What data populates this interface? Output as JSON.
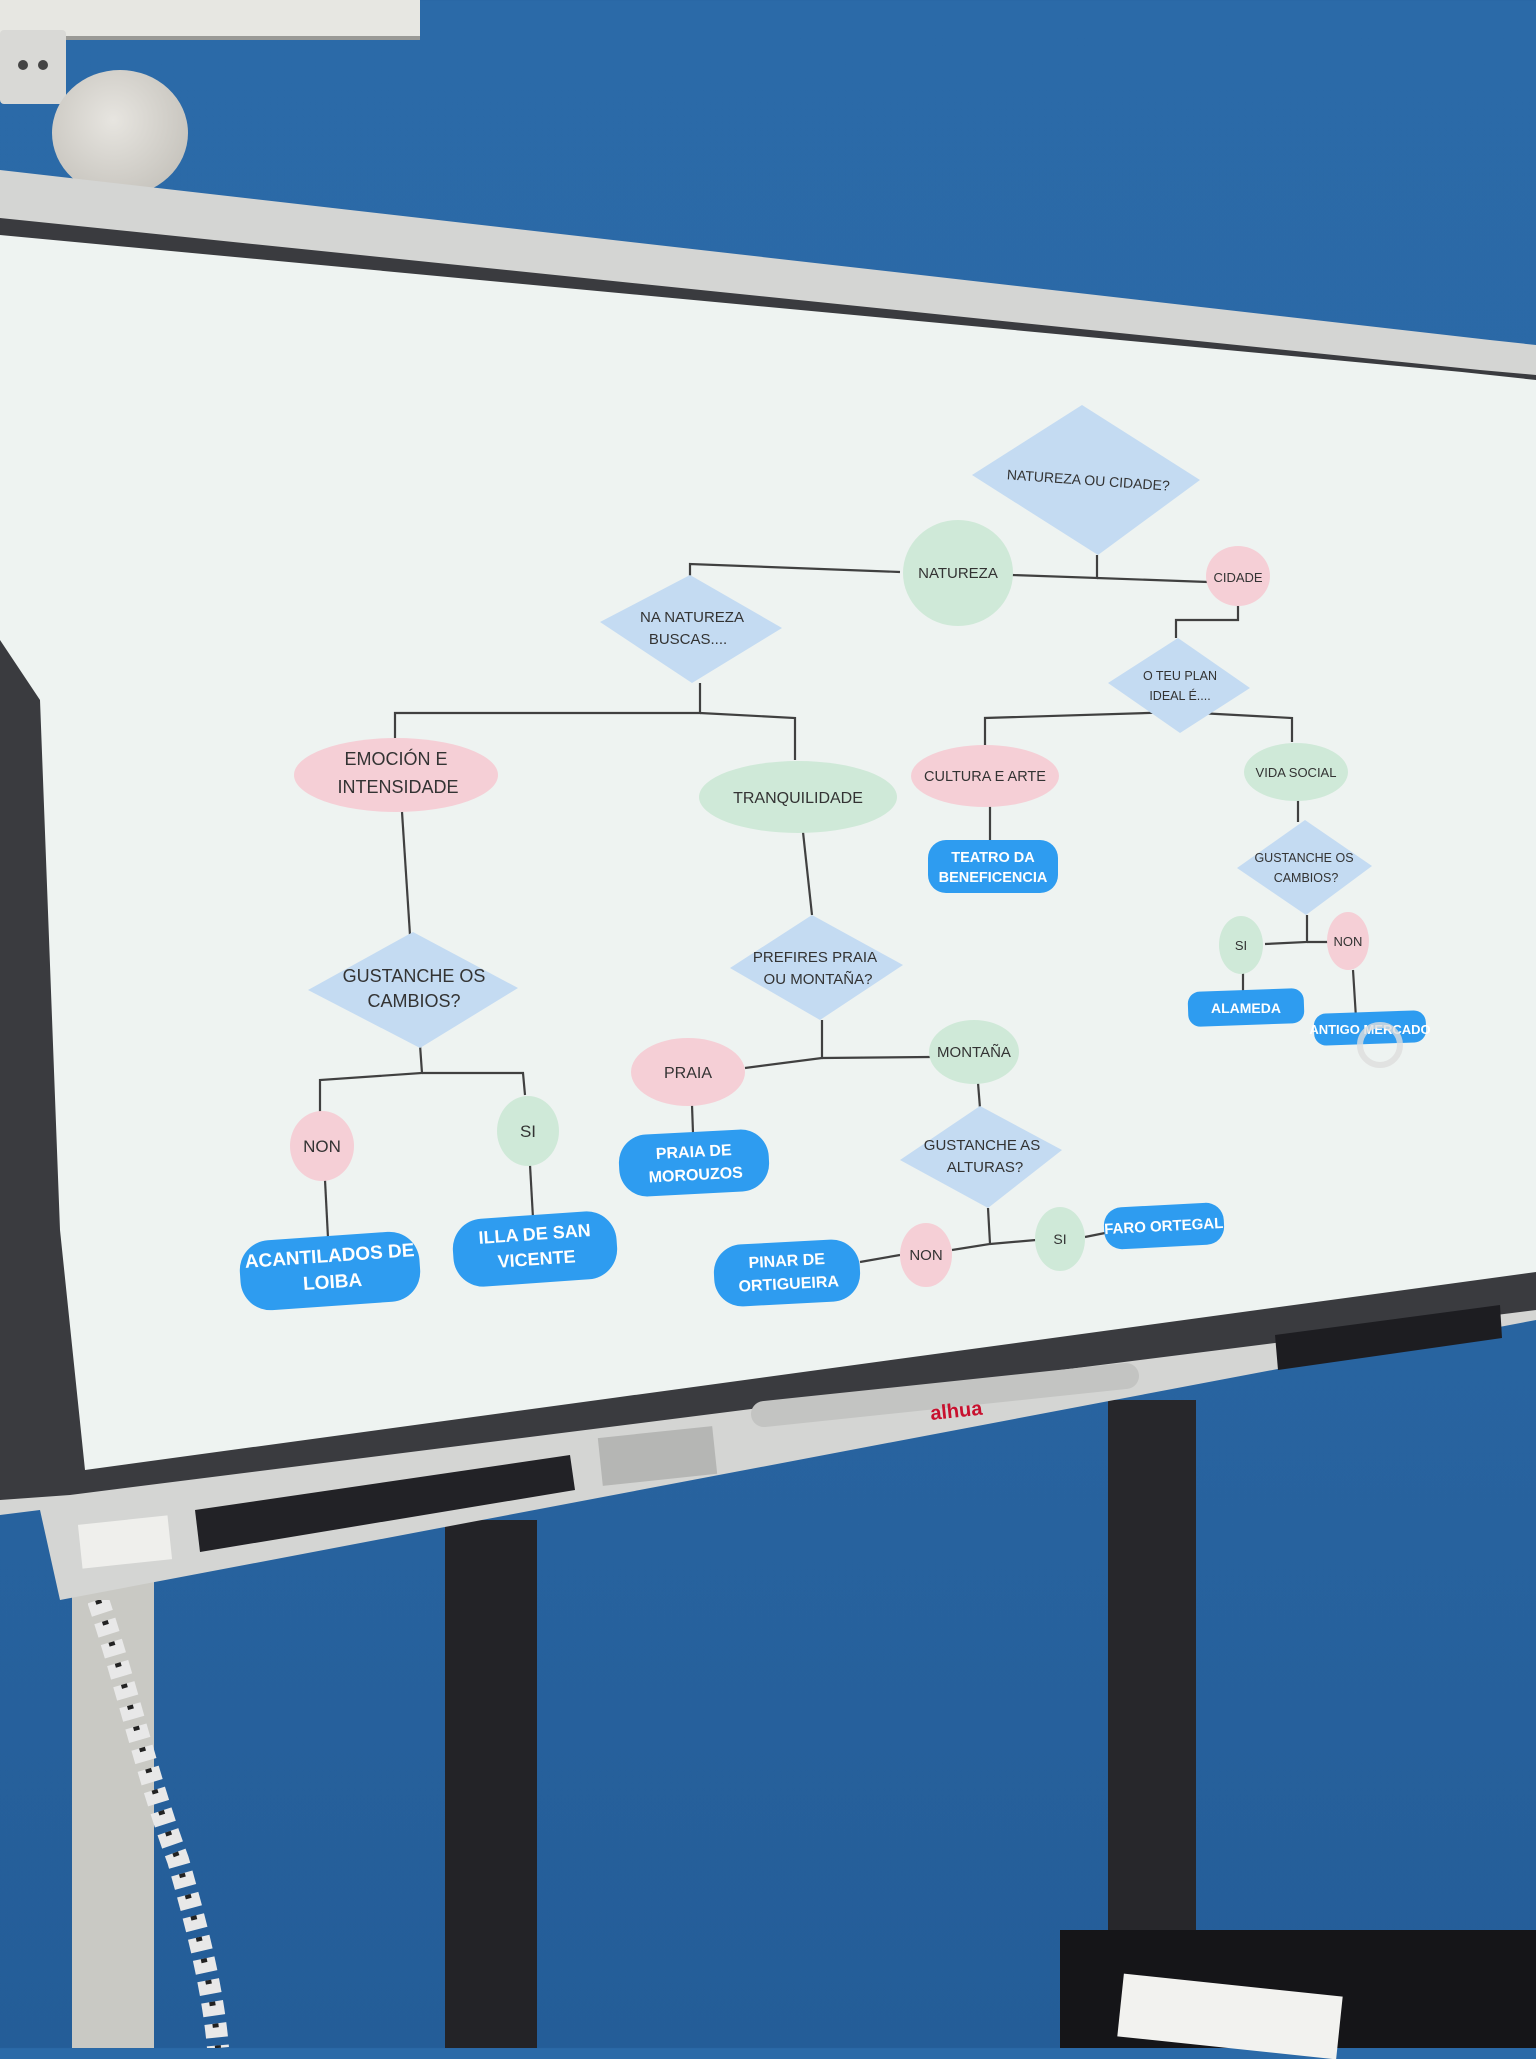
{
  "diagram": {
    "nodes": {
      "q_root": "NATUREZA OU CIDADE?",
      "natureza": "NATUREZA",
      "cidade": "CIDADE",
      "q_natureza": [
        "NA NATUREZA",
        "BUSCAS...."
      ],
      "q_plan": [
        "O TEU PLAN",
        "IDEAL É...."
      ],
      "emocion": [
        "EMOCIÓN E",
        "INTENSIDADE"
      ],
      "tranquilidade": "TRANQUILIDADE",
      "cultura": "CULTURA E ARTE",
      "vida_social": "VIDA SOCIAL",
      "teatro": [
        "TEATRO DA",
        "BENEFICENCIA"
      ],
      "q_cambios_social": [
        "GUSTANCHE OS",
        "CAMBIOS?"
      ],
      "si_social": "SI",
      "non_social": "NON",
      "alameda": "ALAMEDA",
      "antigo_mercado": "ANTIGO MERCADO",
      "q_cambios_emocion": [
        "GUSTANCHE OS",
        "CAMBIOS?"
      ],
      "non_emocion": "NON",
      "si_emocion": "SI",
      "acantilados": [
        "ACANTILADOS DE",
        "LOIBA"
      ],
      "illa": [
        "ILLA DE SAN",
        "VICENTE"
      ],
      "q_praia_montana": [
        "PREFIRES PRAIA",
        "OU MONTAÑA?"
      ],
      "praia": "PRAIA",
      "montana": "MONTAÑA",
      "praia_morouzos": [
        "PRAIA DE",
        "MOROUZOS"
      ],
      "q_alturas": [
        "GUSTANCHE AS",
        "ALTURAS?"
      ],
      "non_alturas": "NON",
      "si_alturas": "SI",
      "pinar": [
        "PINAR DE",
        "ORTIGUEIRA"
      ],
      "faro": "FARO ORTEGAL"
    },
    "colors": {
      "question": "#c4dbf2",
      "green": "#cfe9d8",
      "pink": "#f5cfd6",
      "result": "#2e9cf0",
      "line": "#404040"
    }
  },
  "device": {
    "brand_logo": "alhua"
  }
}
